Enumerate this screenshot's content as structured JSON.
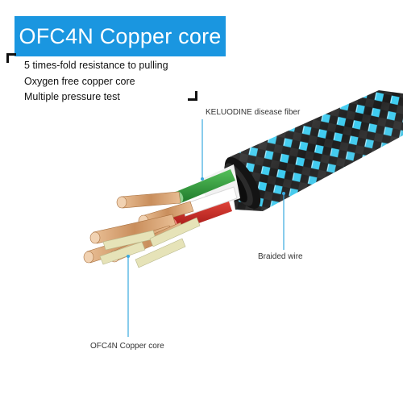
{
  "banner": {
    "title": "OFC4N Copper core",
    "color": "#1a96e0"
  },
  "features": [
    "5 times-fold resistance to pulling",
    "Oxygen free copper core",
    "Multiple pressure test"
  ],
  "callouts": {
    "fiber": "KELUODINE disease fiber",
    "braided": "Braided wire",
    "copper_core": "OFC4N Copper core"
  },
  "colors": {
    "braid_light": "#33c6ee",
    "braid_dark": "#1c1c1c",
    "wire_green": "#2e9a3a",
    "wire_red": "#c81e1e",
    "wire_white": "#f2f2f2",
    "copper": "#d9a77a",
    "leader_line": "#3aa9df"
  }
}
